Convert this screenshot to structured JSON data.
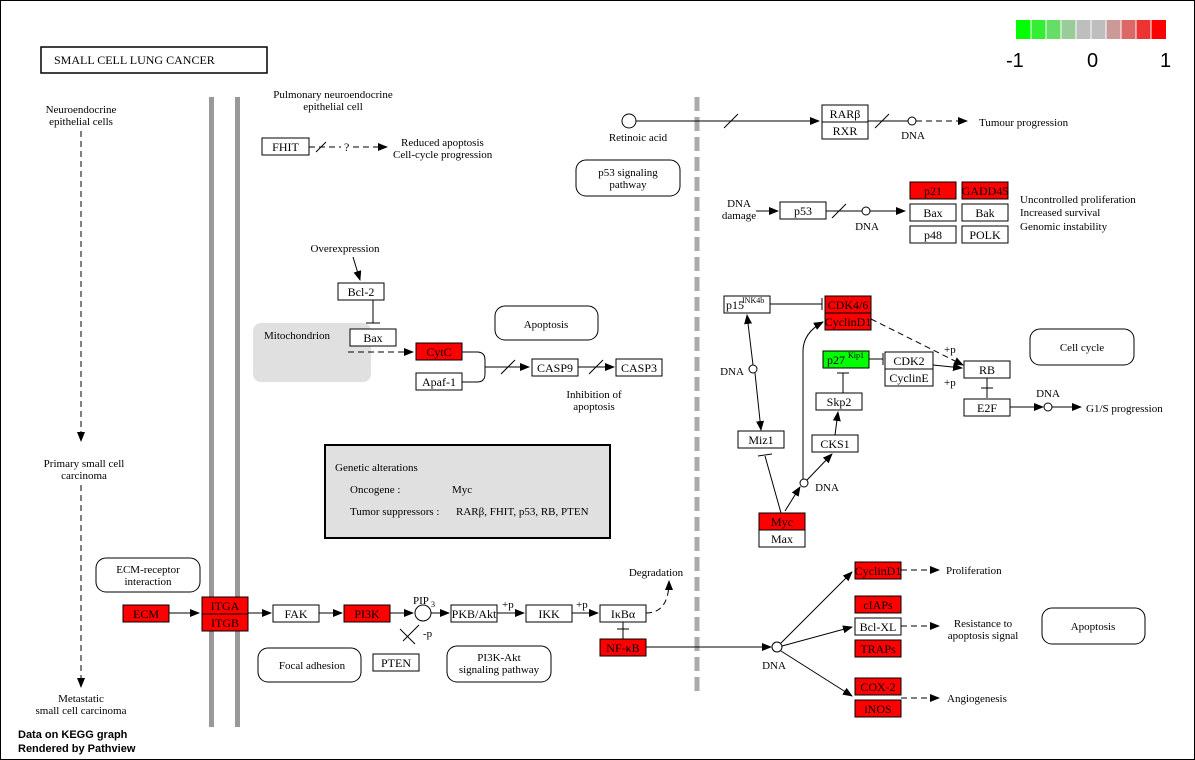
{
  "title": "SMALL CELL LUNG CANCER",
  "footer": [
    "Data on KEGG graph",
    "Rendered by Pathview"
  ],
  "legend": {
    "labels": [
      "-1",
      "0",
      "1"
    ],
    "colors": [
      "#00FF00",
      "#33EE33",
      "#66DD66",
      "#99CC99",
      "#BEBEBE",
      "#BEBEBE",
      "#CC9999",
      "#DD6666",
      "#EE3333",
      "#FF0000"
    ]
  },
  "colors": {
    "up": "#FF0000",
    "down": "#00FF00",
    "none": "#FFFFFF",
    "membrane": "#999999",
    "compartment": "#E0E0E0",
    "box": "#E0E0E0"
  },
  "genes": {
    "fhit": "FHIT",
    "rarb": "RARβ",
    "rxr": "RXR",
    "p21": "p21",
    "gadd45": "GADD45",
    "bax1": "Bax",
    "bak": "Bak",
    "p48": "p48",
    "polk": "POLK",
    "p53": "p53",
    "bcl2": "Bcl-2",
    "bax2": "Bax",
    "cytc": "CytC",
    "apaf1": "Apaf-1",
    "casp9": "CASP9",
    "casp3": "CASP3",
    "p15": "p15",
    "p15sup": "INK4b",
    "cdk46": "CDK4/6",
    "cyclind1a": "CyclinD1",
    "p27": "p27",
    "p27sup": "Kip1",
    "cdk2": "CDK2",
    "cycline": "CyclinE",
    "rb": "RB",
    "e2f": "E2F",
    "skp2": "Skp2",
    "cks1": "CKS1",
    "miz1": "Miz1",
    "myc": "Myc",
    "max": "Max",
    "ecm": "ECM",
    "itga": "ITGA",
    "itgb": "ITGB",
    "fak": "FAK",
    "pi3k": "PI3K",
    "pten": "PTEN",
    "pkb": "PKB/Akt",
    "ikk": "IKK",
    "ikba": "IκBα",
    "nfkb": "NF-κB",
    "cyclind1b": "CyclinD1",
    "ciaps": "cIAPs",
    "bclxl": "Bcl-XL",
    "traps": "TRAPs",
    "cox2": "COX-2",
    "inos": "iNOS"
  },
  "pathways": {
    "p53": [
      "p53 signaling",
      "pathway"
    ],
    "apoptosis1": "Apoptosis",
    "cellcycle": "Cell cycle",
    "ecm": [
      "ECM-receptor",
      "interaction"
    ],
    "focal": "Focal adhesion",
    "pi3k": [
      "PI3K-Akt",
      "signaling pathway"
    ],
    "apoptosis2": "Apoptosis"
  },
  "labels": {
    "neuro": [
      "Neuroendocrine",
      "epithelial cells"
    ],
    "primary": [
      "Primary small cell",
      "carcinoma"
    ],
    "metastatic": [
      "Metastatic",
      "small cell carcinoma"
    ],
    "pulmonary": [
      "Pulmonary neuroendocrine",
      "epithelial cell"
    ],
    "reduced": [
      "Reduced apoptosis",
      "Cell-cycle progression"
    ],
    "question": "?",
    "retinoic": "Retinoic acid",
    "dna": "DNA",
    "dnadamage": [
      "DNA",
      "damage"
    ],
    "tumour": "Tumour progression",
    "uncontrolled": [
      "Uncontrolled proliferation",
      "Increased survival",
      "Genomic instability"
    ],
    "overexpression": "Overexpression",
    "mitochondrion": "Mitochondrion",
    "inhibition": [
      "Inhibition of",
      "apoptosis"
    ],
    "g1s": "G1/S progression",
    "plusp": "+p",
    "minusp": "-p",
    "pip3": "PIP",
    "pip3sub": "3",
    "degradation": "Degradation",
    "proliferation": "Proliferation",
    "resistance": [
      "Resistance to",
      "apoptosis signal"
    ],
    "angiogenesis": "Angiogenesis"
  },
  "genetic": {
    "title": "Genetic alterations",
    "oncogene_label": "Oncogene :",
    "oncogene_value": "Myc",
    "suppressor_label": "Tumor suppressors :",
    "suppressor_value": "RARβ, FHIT, p53, RB, PTEN"
  }
}
